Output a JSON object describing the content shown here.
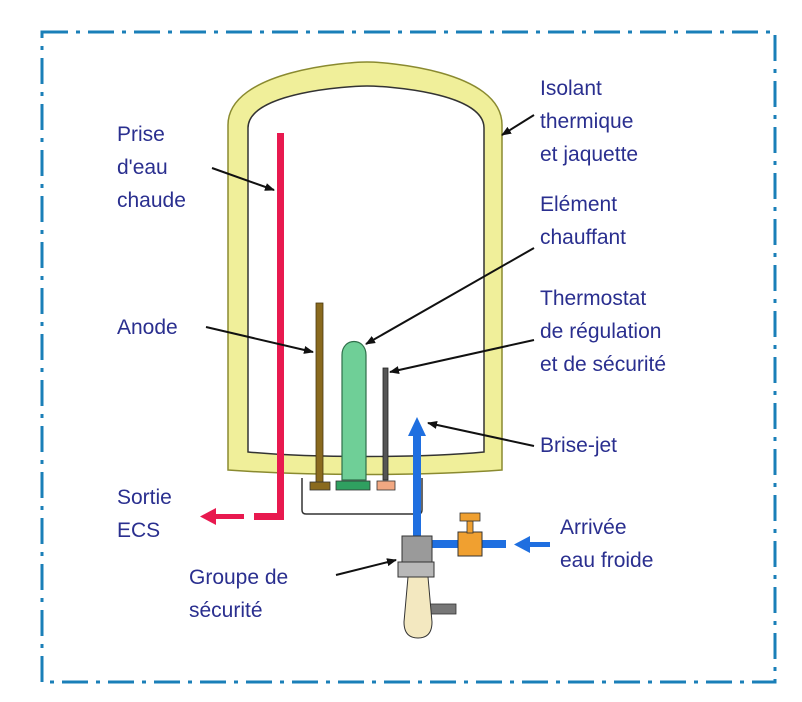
{
  "labels": {
    "hot_water_outlet": [
      "Prise",
      "d'eau",
      "chaude"
    ],
    "insulation": [
      "Isolant",
      "thermique",
      "et jaquette"
    ],
    "heating_element": [
      "Elément",
      "chauffant"
    ],
    "thermostat": [
      "Thermostat",
      "de régulation",
      "et de sécurité"
    ],
    "anode": [
      "Anode"
    ],
    "jet_breaker": [
      "Brise-jet"
    ],
    "dhw_outlet": [
      "Sortie",
      "ECS"
    ],
    "cold_water_inlet": [
      "Arrivée",
      "eau froide"
    ],
    "safety_group": [
      "Groupe de",
      "sécurité"
    ]
  },
  "colors": {
    "frame": "#1a7fb8",
    "label_text": "#2a2f8f",
    "insulation": "#f0ef9a",
    "insulation_outline": "#8a8a30",
    "hot_water": "#e8194f",
    "cold_water": "#1f6fe0",
    "anode": "#8a6a1e",
    "heating_element": "#6fcf97",
    "thermostat": "#3a3a3a",
    "valve": "#f0a030",
    "safety_group": "#9a9a9a",
    "drain": "#f3e8c0"
  }
}
